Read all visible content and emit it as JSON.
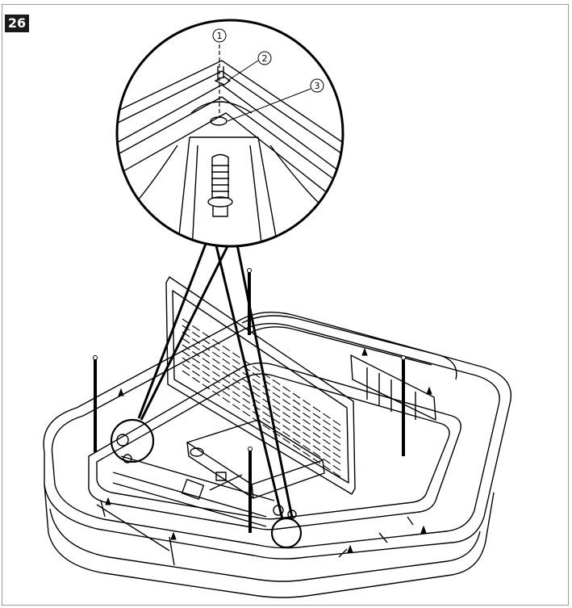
{
  "step": {
    "number": "26"
  },
  "callouts": [
    {
      "id": "1",
      "label": "1"
    },
    {
      "id": "2",
      "label": "2"
    },
    {
      "id": "3",
      "label": "3"
    }
  ],
  "colors": {
    "line": "#000000",
    "frame": "#9a9a9a",
    "badge_bg": "#1a1a1a",
    "badge_text": "#ffffff"
  }
}
